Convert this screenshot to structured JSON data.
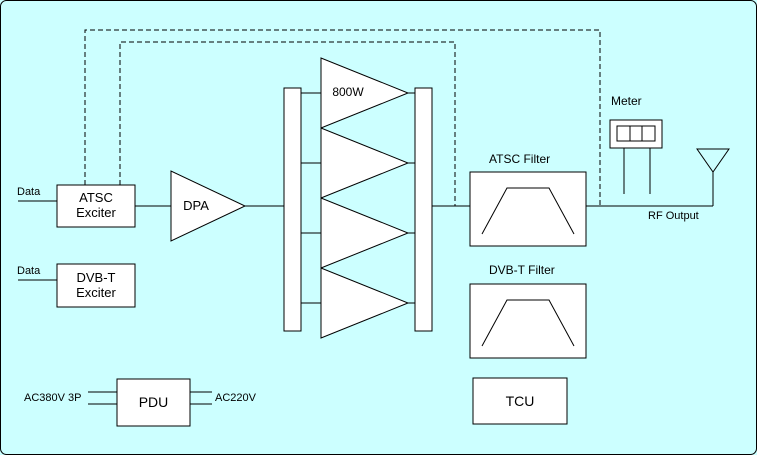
{
  "colors": {
    "background": "#CCFFFF",
    "line": "#000000",
    "box_fill": "#FFFFFF"
  },
  "labels": {
    "data_in_atsc": "Data",
    "data_in_dvbt": "Data",
    "atsc_exciter": "ATSC Exciter",
    "dvbt_exciter": "DVB-T Exciter",
    "dpa": "DPA",
    "amp_power": "800W",
    "atsc_filter": "ATSC Filter",
    "dvbt_filter": "DVB-T Filter",
    "tcu": "TCU",
    "pdu": "PDU",
    "meter": "Meter",
    "rf_output": "RF Output",
    "ac_input": "AC380V 3P",
    "ac_output": "AC220V"
  }
}
